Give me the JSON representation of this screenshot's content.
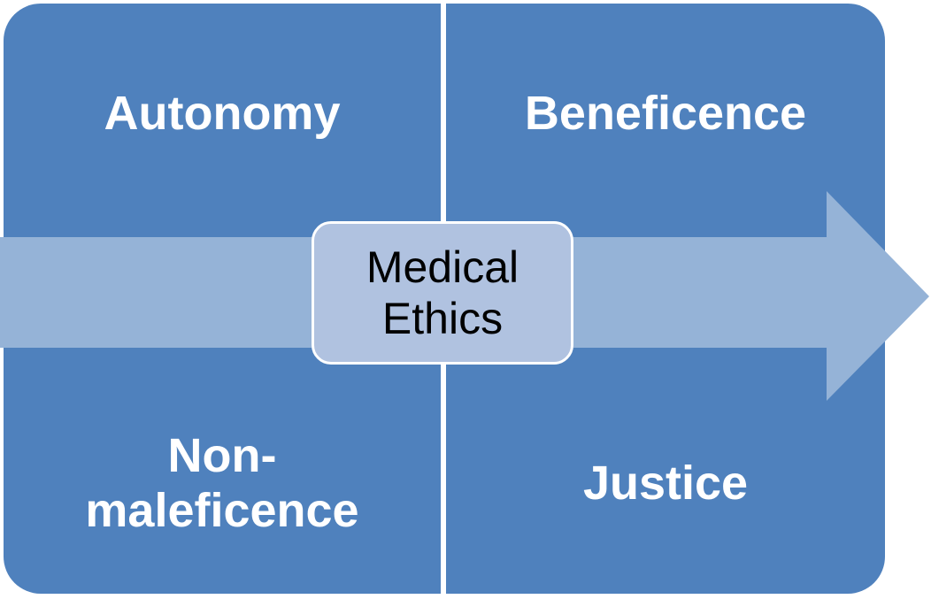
{
  "quadrants": {
    "top_left": "Autonomy",
    "top_right": "Beneficence",
    "bottom_left_line1": "Non-",
    "bottom_left_line2": "maleficence",
    "bottom_right": "Justice"
  },
  "center": {
    "line1": "Medical",
    "line2": "Ethics"
  },
  "colors": {
    "quadrant_fill": "#4f81bd",
    "arrow_fill": "#95b3d7",
    "center_fill": "#b0c2e0",
    "quadrant_text": "#ffffff",
    "center_text": "#000000"
  }
}
